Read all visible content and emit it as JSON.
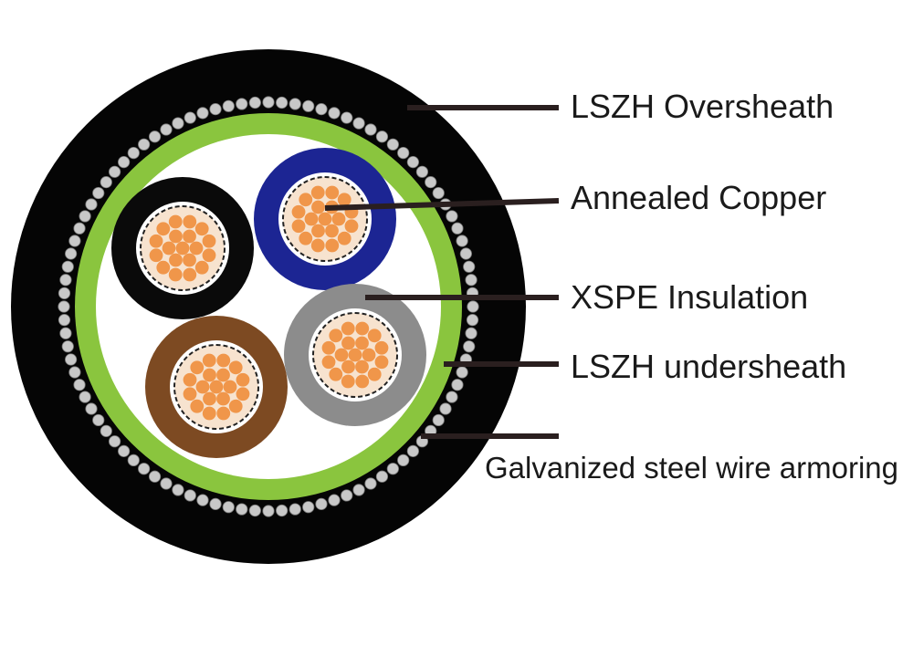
{
  "labels": {
    "oversheath": "LSZH Oversheath",
    "copper": "Annealed Copper",
    "insulation": "XSPE Insulation",
    "undersheath": "LSZH undersheath",
    "armoring": "Galvanized steel wire armoring"
  },
  "colors": {
    "oversheath": "#050505",
    "armor_wire": "#c8c8c8",
    "undersheath": "#8ac53e",
    "filler": "#ffffff",
    "copper": "#f0964a",
    "insulation_black": "#0a0a0a",
    "insulation_blue": "#1c2593",
    "insulation_brown": "#7d4a22",
    "insulation_grey": "#8c8c8c",
    "leader_line": "#2a1f1f"
  }
}
